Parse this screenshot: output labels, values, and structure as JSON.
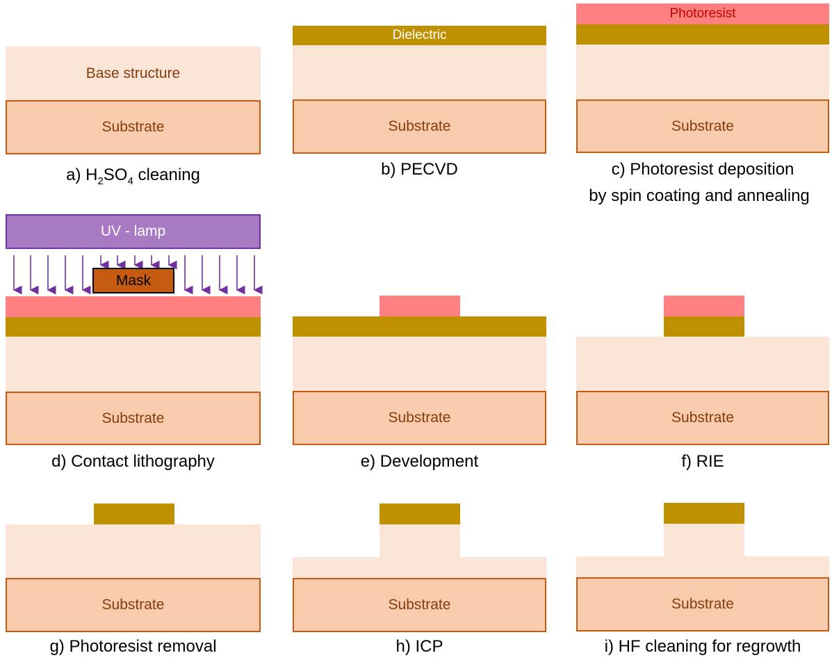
{
  "panels": {
    "a": {
      "base_label": "Base structure",
      "substrate_label": "Substrate",
      "caption_pre": "a) H",
      "caption_sub1": "2",
      "caption_mid": "SO",
      "caption_sub2": "4",
      "caption_post": " cleaning"
    },
    "b": {
      "dielectric_label": "Dielectric",
      "substrate_label": "Substrate",
      "caption": "b) PECVD"
    },
    "c": {
      "photoresist_label": "Photoresist",
      "substrate_label": "Substrate",
      "caption_line1": "c) Photoresist deposition",
      "caption_line2": "by spin coating and annealing"
    },
    "d": {
      "uv_label": "UV - lamp",
      "mask_label": "Mask",
      "substrate_label": "Substrate",
      "caption": "d) Contact lithography"
    },
    "e": {
      "substrate_label": "Substrate",
      "caption": "e) Development"
    },
    "f": {
      "substrate_label": "Substrate",
      "caption": "f) RIE"
    },
    "g": {
      "substrate_label": "Substrate",
      "caption": "g) Photoresist removal"
    },
    "h": {
      "substrate_label": "Substrate",
      "caption": "h) ICP"
    },
    "i": {
      "substrate_label": "Substrate",
      "caption": "i) HF cleaning for regrowth"
    }
  },
  "colors": {
    "base": "#fbe5d6",
    "substrate": "#f8cbad",
    "substrate_border": "#c55a11",
    "dielectric": "#bf9000",
    "photoresist": "#ff8080",
    "uv_lamp": "#a97ac4",
    "arrow": "#7030a0",
    "mask": "#c55a11",
    "label_text": "#843c0c"
  }
}
